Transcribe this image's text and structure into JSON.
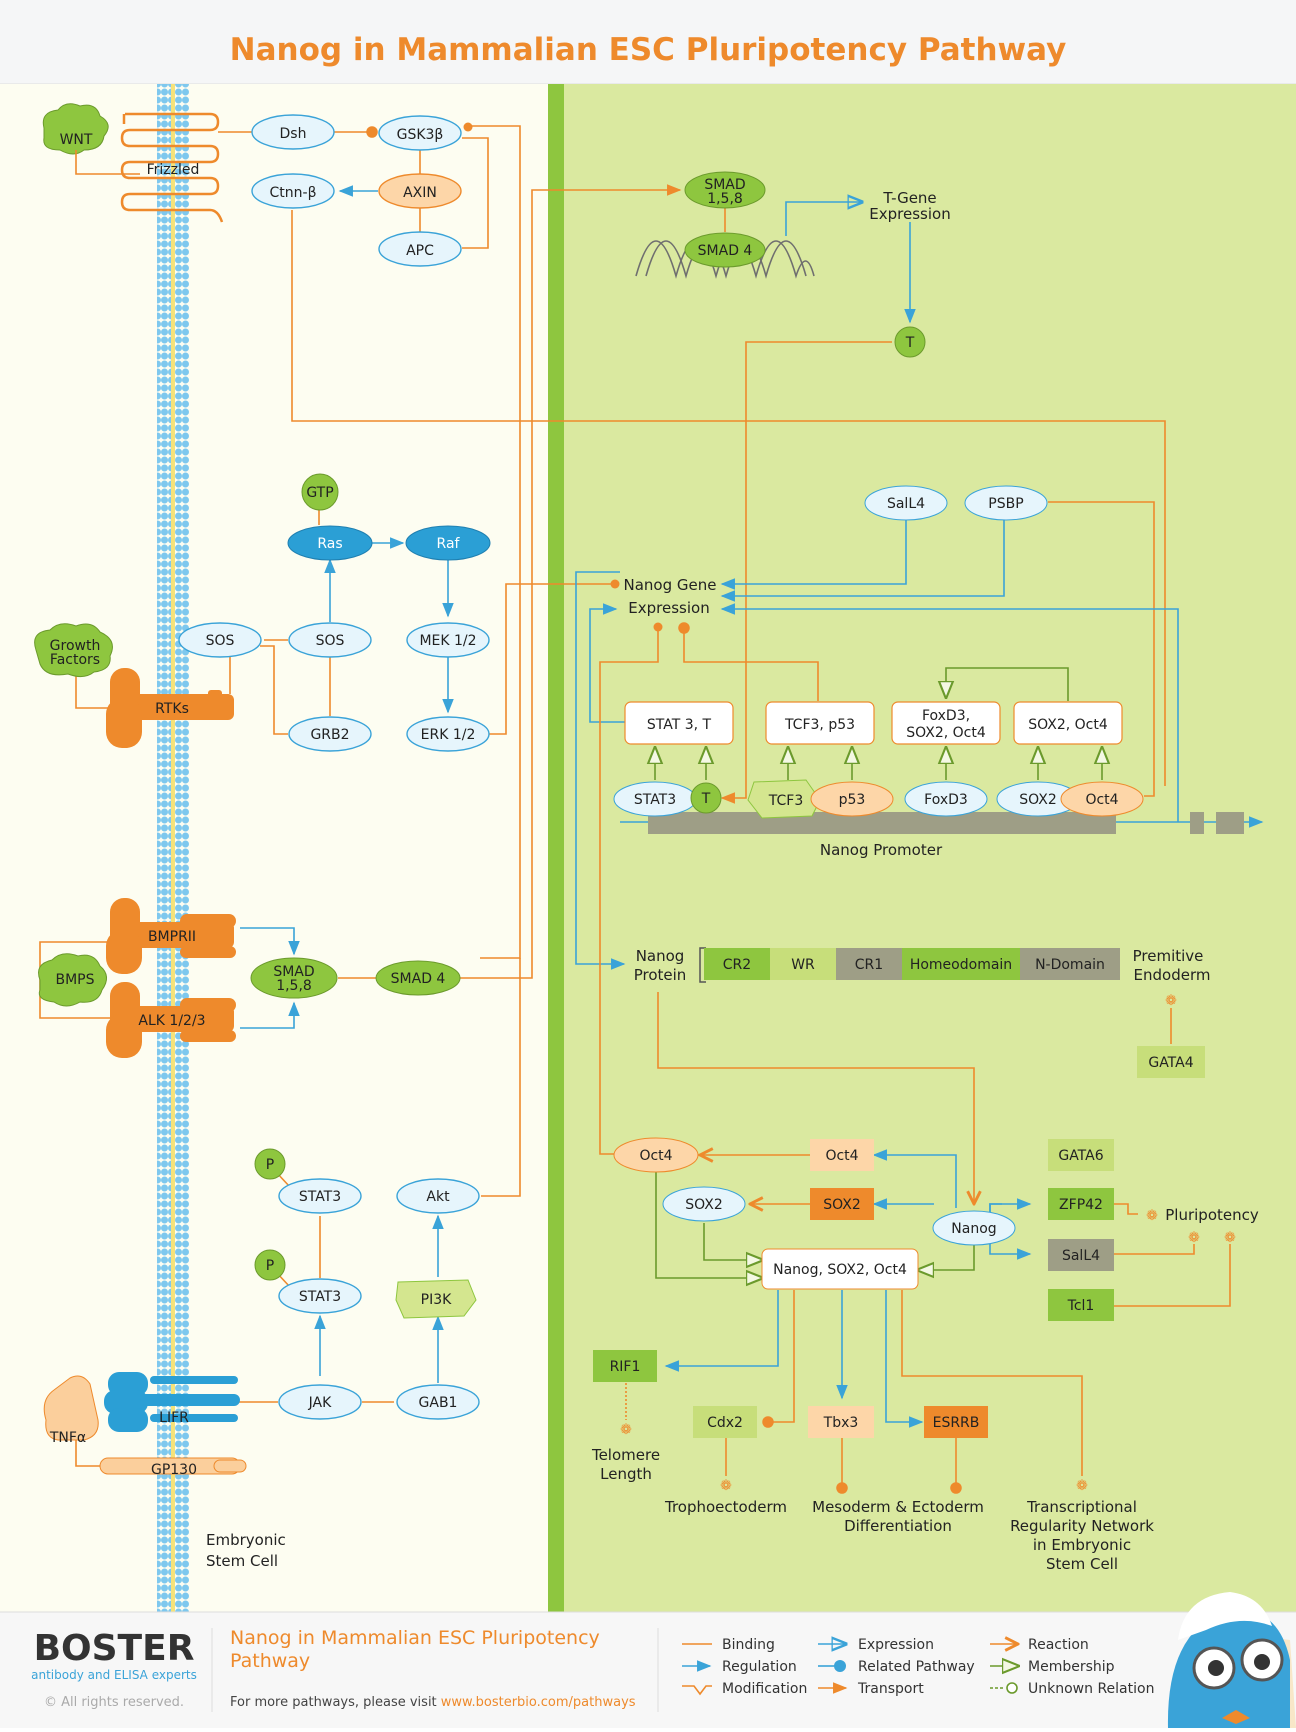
{
  "title": "Nanog in Mammalian ESC Pluripotency Pathway",
  "colors": {
    "orange": "#ee8a2c",
    "blue": "#3aa3d8",
    "green": "#8ec63f",
    "light_green_bg": "#dae9a0",
    "cream_bg": "#fdfdf1",
    "ellipse_blue": "#e6f5fc",
    "ellipse_orange": "#fdd6a8"
  },
  "cytoplasm": {
    "wnt": "WNT",
    "frizzled": "Frizzled",
    "dsh": "Dsh",
    "gsk3b": "GSK3β",
    "ctnnb": "Ctnn-β",
    "axin": "AXIN",
    "apc": "APC",
    "gtp": "GTP",
    "ras": "Ras",
    "raf": "Raf",
    "growth_factors_1": "Growth",
    "growth_factors_2": "Factors",
    "rtks": "RTKs",
    "sos_a": "SOS",
    "sos_b": "SOS",
    "mek": "MEK 1/2",
    "grb2": "GRB2",
    "erk": "ERK 1/2",
    "bmps": "BMPS",
    "bmprii": "BMPRII",
    "alk": "ALK 1/2/3",
    "smad158_1": "SMAD",
    "smad158_2": "1,5,8",
    "smad4": "SMAD 4",
    "p_1": "P",
    "p_2": "P",
    "stat3_a": "STAT3",
    "stat3_b": "STAT3",
    "akt": "Akt",
    "pi3k": "PI3K",
    "jak": "JAK",
    "gab1": "GAB1",
    "tnfa": "TNFα",
    "lifr": "LIFR",
    "gp130": "GP130",
    "cell_1": "Embryonic",
    "cell_2": "Stem Cell"
  },
  "nucleus": {
    "smad158_1": "SMAD",
    "smad158_2": "1,5,8",
    "smad4": "SMAD 4",
    "tgene_1": "T-Gene",
    "tgene_2": "Expression",
    "t_top": "T",
    "sall4": "SalL4",
    "psbp": "PSBP",
    "nanog_gene": "Nanog Gene",
    "expression": "Expression",
    "box_stat3t": "STAT 3, T",
    "box_tcf3p53": "TCF3, p53",
    "box_foxd3_1": "FoxD3,",
    "box_foxd3_2": "SOX2, Oct4",
    "box_sox2oct4": "SOX2, Oct4",
    "stat3": "STAT3",
    "t_small": "T",
    "tcf3": "TCF3",
    "p53": "p53",
    "foxd3": "FoxD3",
    "sox2": "SOX2",
    "oct4": "Oct4",
    "promoter": "Nanog Promoter",
    "nanog_protein_1": "Nanog",
    "nanog_protein_2": "Protein",
    "domains": [
      "CR2",
      "WR",
      "CR1",
      "Homeodomain",
      "N-Domain"
    ],
    "premitive_1": "Premitive",
    "premitive_2": "Endoderm",
    "gata4": "GATA4",
    "oct4_ell": "Oct4",
    "oct4_box": "Oct4",
    "sox2_ell": "SOX2",
    "sox2_box": "SOX2",
    "nanog_ell": "Nanog",
    "gata6": "GATA6",
    "zfp42": "ZFP42",
    "sall4_box": "SalL4",
    "tcl1": "Tcl1",
    "pluripotency": "Pluripotency",
    "complex": "Nanog, SOX2, Oct4",
    "rif1": "RIF1",
    "cdx2": "Cdx2",
    "tbx3": "Tbx3",
    "esrrb": "ESRRB",
    "telomere_1": "Telomere",
    "telomere_2": "Length",
    "tropho": "Trophoectoderm",
    "meso_1": "Mesoderm & Ectoderm",
    "meso_2": "Differentiation",
    "trn_1": "Transcriptional",
    "trn_2": "Regularity Network",
    "trn_3": "in Embryonic",
    "trn_4": "Stem Cell"
  },
  "footer": {
    "brand": "BOSTER",
    "brand_sub": "antibody and ELISA experts",
    "copyright": "© All rights reserved.",
    "title_1": "Nanog in Mammalian ESC Pluripotency",
    "title_2": "Pathway",
    "visit_prefix": "For more pathways, please visit ",
    "visit_link": "www.bosterbio.com/pathways",
    "legend": [
      "Binding",
      "Regulation",
      "Modification",
      "Expression",
      "Related Pathway",
      "Transport",
      "Reaction",
      "Membership",
      "Unknown Relation"
    ]
  }
}
